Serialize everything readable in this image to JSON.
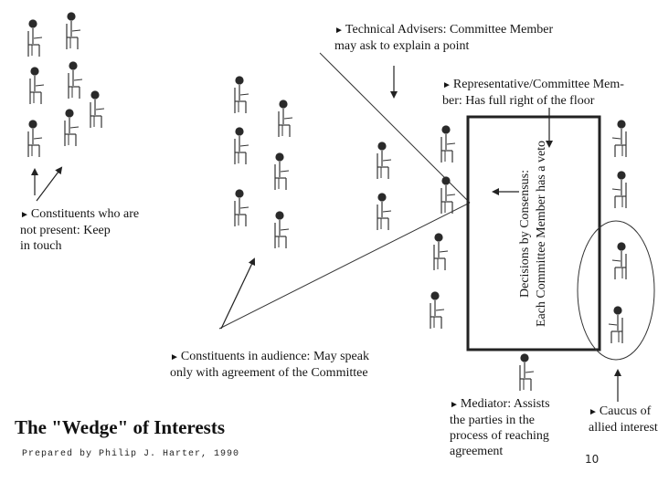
{
  "labels": {
    "technical_advisers": [
      "Technical Advisers:  Committee Member",
      "may ask to explain a point"
    ],
    "representative": [
      "Representative/Committee Mem-",
      "ber:  Has full right of the floor"
    ],
    "constituents_absent": [
      "Constituents who are",
      "not present:  Keep",
      "in touch"
    ],
    "constituents_audience": [
      "Constituents in audience:  May speak",
      "only with agreement of the Committee"
    ],
    "mediator": [
      "Mediator:  Assists",
      "the parties in the",
      "process of reaching",
      "agreement"
    ],
    "caucus": [
      "Caucus of",
      "allied interest"
    ]
  },
  "table_text": [
    "Decisions by Consensus:",
    "Each Committee Member has a veto"
  ],
  "title": "The \"Wedge\" of Interests",
  "credit": "Prepared by Philip J. Harter, 1990",
  "page_number": "10"
}
